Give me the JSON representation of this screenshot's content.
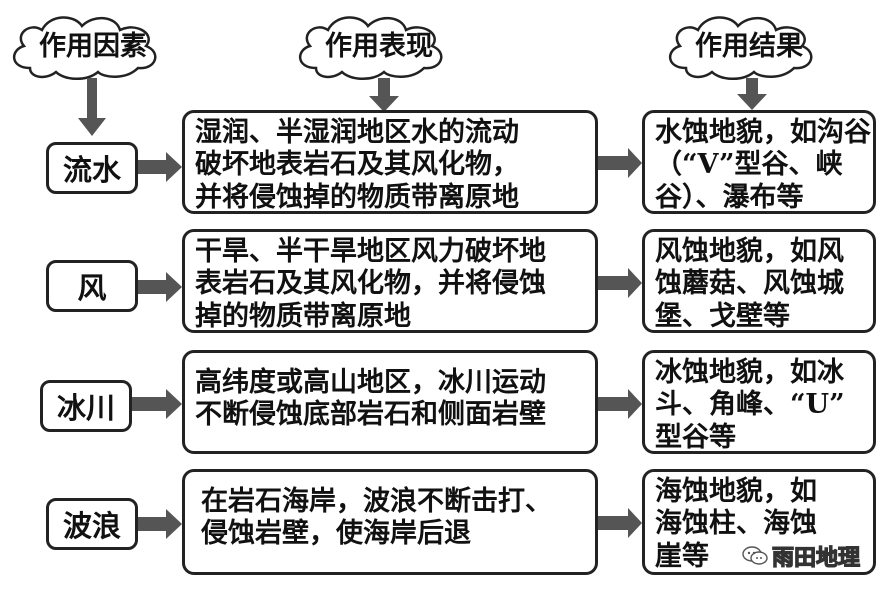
{
  "headers": {
    "factor": "作用因素",
    "manifestation": "作用表现",
    "result": "作用结果"
  },
  "rows": [
    {
      "factor": "流水",
      "manifestation": [
        "湿润、半湿润地区水的流动",
        "破坏地表岩石及其风化物，",
        "并将侵蚀掉的物质带离原地"
      ],
      "result": [
        "水蚀地貌，如沟谷",
        "（“V”型谷、峡",
        "谷）、瀑布等"
      ]
    },
    {
      "factor": "风",
      "manifestation": [
        "干旱、半干旱地区风力破坏地",
        "表岩石及其风化物，并将侵蚀",
        "掉的物质带离原地"
      ],
      "result": [
        "风蚀地貌，如风",
        "蚀蘑菇、风蚀城",
        "堡、戈壁等"
      ]
    },
    {
      "factor": "冰川",
      "manifestation": [
        "高纬度或高山地区，冰川运动",
        "不断侵蚀底部岩石和侧面岩壁"
      ],
      "result": [
        "冰蚀地貌，如冰",
        "斗、角峰、“U”",
        "型谷等"
      ]
    },
    {
      "factor": "波浪",
      "manifestation": [
        "在岩石海岸，波浪不断击打、",
        "侵蚀岩壁，使海岸后退"
      ],
      "result": [
        "海蚀地貌，如",
        "海蚀柱、海蚀",
        "崖等"
      ]
    }
  ],
  "watermark": {
    "text": "雨田地理",
    "icon": "wechat-icon"
  },
  "colors": {
    "arrow": "#555555",
    "border": "#222222"
  }
}
